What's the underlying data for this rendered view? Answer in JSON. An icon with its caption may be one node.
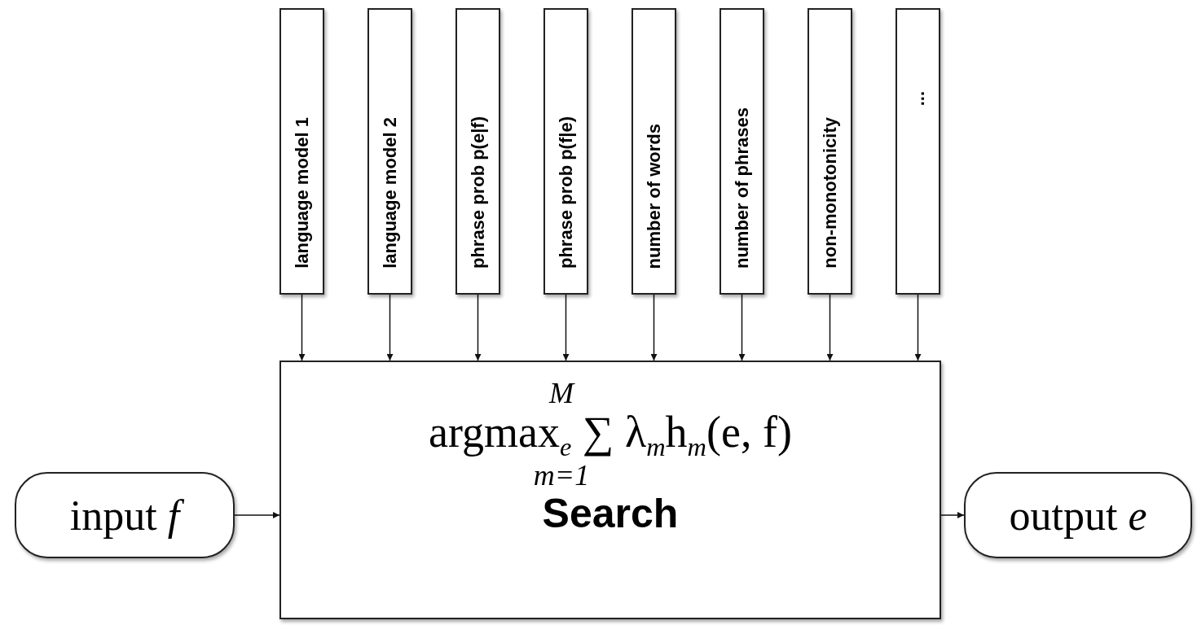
{
  "diagram": {
    "nodes": [
      {
        "text": [
          "language model 1"
        ]
      },
      {
        "text": [
          "language model 2"
        ]
      },
      {
        "text": [
          "phrase prob p(e|f)"
        ]
      },
      {
        "text": [
          "phrase prob p(f|e)"
        ]
      },
      {
        "text": [
          "number of words"
        ]
      },
      {
        "text": [
          "number of phrases"
        ]
      },
      {
        "text": [
          "non-monotonicity"
        ]
      },
      {
        "text": [
          "..."
        ]
      },
      {
        "text": [
          "M",
          "argmax$_{e}$ ∑ λ$_{m}$h$_{m}$(e, f)",
          "m=1",
          "Search"
        ]
      },
      {
        "text": [
          "input *f*"
        ]
      },
      {
        "text": [
          "output *e*"
        ]
      }
    ],
    "edges": [
      {
        "from": 0,
        "to": 8,
        "arrow": "to"
      },
      {
        "from": 1,
        "to": 8,
        "arrow": "to"
      },
      {
        "from": 2,
        "to": 8,
        "arrow": "to"
      },
      {
        "from": 3,
        "to": 8,
        "arrow": "to"
      },
      {
        "from": 4,
        "to": 8,
        "arrow": "to"
      },
      {
        "from": 5,
        "to": 8,
        "arrow": "to"
      },
      {
        "from": 6,
        "to": 8,
        "arrow": "to"
      },
      {
        "from": 7,
        "to": 8,
        "arrow": "to"
      },
      {
        "from": 9,
        "to": 8,
        "arrow": "to"
      },
      {
        "from": 8,
        "to": 10,
        "arrow": "to"
      }
    ]
  }
}
